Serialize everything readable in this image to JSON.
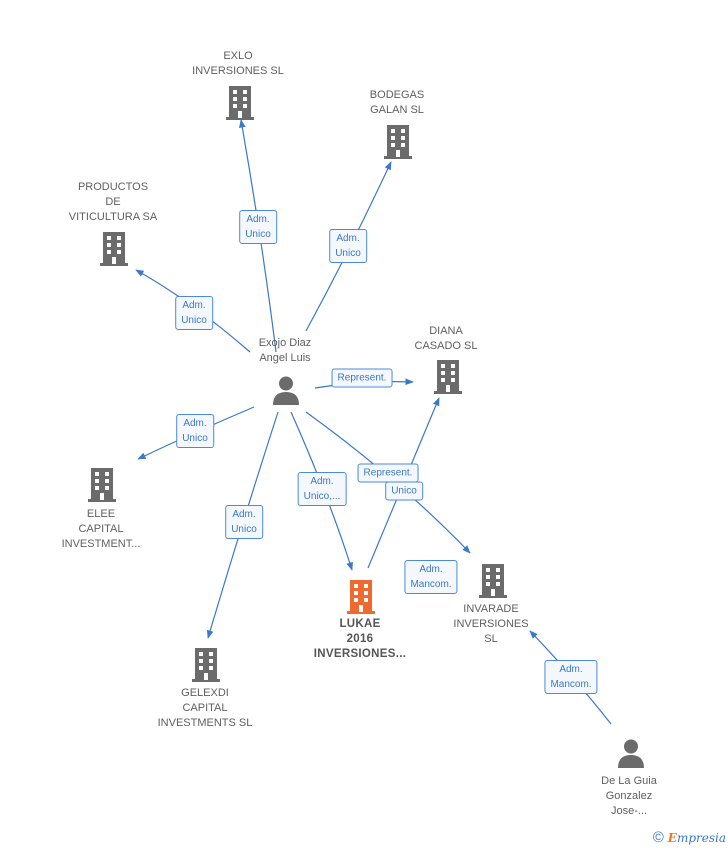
{
  "colors": {
    "company": "#6b6b6b",
    "highlight": "#f06a30",
    "person": "#6b6b6b",
    "edge": "#3a78c9"
  },
  "nodes": {
    "exlo": {
      "label": "EXLO\nINVERSIONES SL",
      "icon": "building-icon"
    },
    "bodegas": {
      "label": "BODEGAS\nGALAN  SL",
      "icon": "building-icon"
    },
    "productos": {
      "label": "PRODUCTOS\nDE\nVITICULTURA SA",
      "icon": "building-icon"
    },
    "exojo": {
      "label": "Exojo Diaz\nAngel Luis",
      "icon": "person-icon"
    },
    "diana": {
      "label": "DIANA\nCASADO SL",
      "icon": "building-icon"
    },
    "elee": {
      "label": "ELEE\nCAPITAL\nINVESTMENT...",
      "icon": "building-icon"
    },
    "lukae": {
      "label": "LUKAE\n2016\nINVERSIONES...",
      "icon": "building-icon"
    },
    "invarade": {
      "label": "INVARADE\nINVERSIONES\nSL",
      "icon": "building-icon"
    },
    "gelexdi": {
      "label": "GELEXDI\nCAPITAL\nINVESTMENTS SL",
      "icon": "building-icon"
    },
    "delaguia": {
      "label": "De La Guia\nGonzalez\nJose-...",
      "icon": "person-icon"
    }
  },
  "edges": {
    "e_exlo": "Adm.\nUnico",
    "e_bodegas": "Adm.\nUnico",
    "e_productos": "Adm.\nUnico",
    "e_diana": "Represent.",
    "e_elee": "Adm.\nUnico",
    "e_lukae": "Adm.\nUnico,...",
    "e_invarade_unico": "Unico",
    "e_lukae_diana": "Represent.",
    "e_gelexdi": "Adm.\nUnico",
    "e_lukae_invarade": "Adm.\nMancom.",
    "e_delaguia": "Adm.\nMancom."
  },
  "footer": {
    "copyright": "©",
    "brand_first": "E",
    "brand_rest": "mpresia"
  }
}
